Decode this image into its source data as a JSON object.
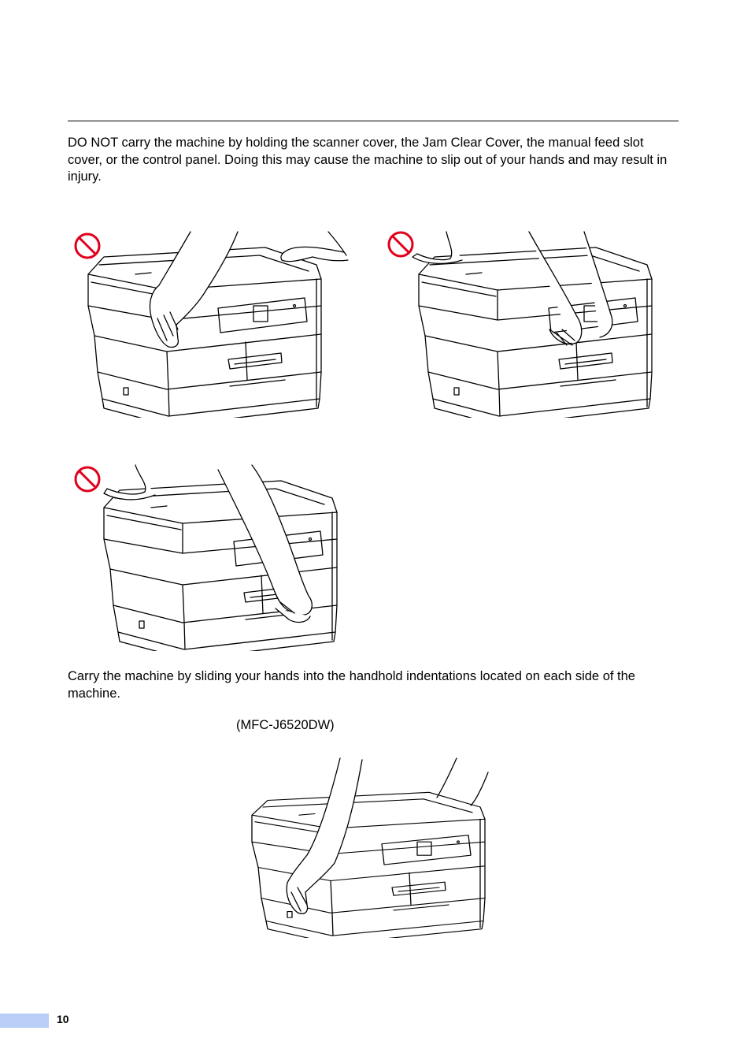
{
  "warning_text": "DO NOT carry the machine by holding the scanner cover, the Jam Clear Cover, the manual feed slot cover, or the control panel. Doing this may cause the machine to slip out of your hands and may result in injury.",
  "instruction_text": "Carry the machine by sliding your hands into the handhold indentations located on each side of the machine.",
  "model_label": "(MFC-J6520DW)",
  "page_number": "10",
  "colors": {
    "prohibition": "#e0001b",
    "page_tab": "#b9cdf7"
  },
  "icons": {
    "prohibition": "prohibition-icon"
  }
}
